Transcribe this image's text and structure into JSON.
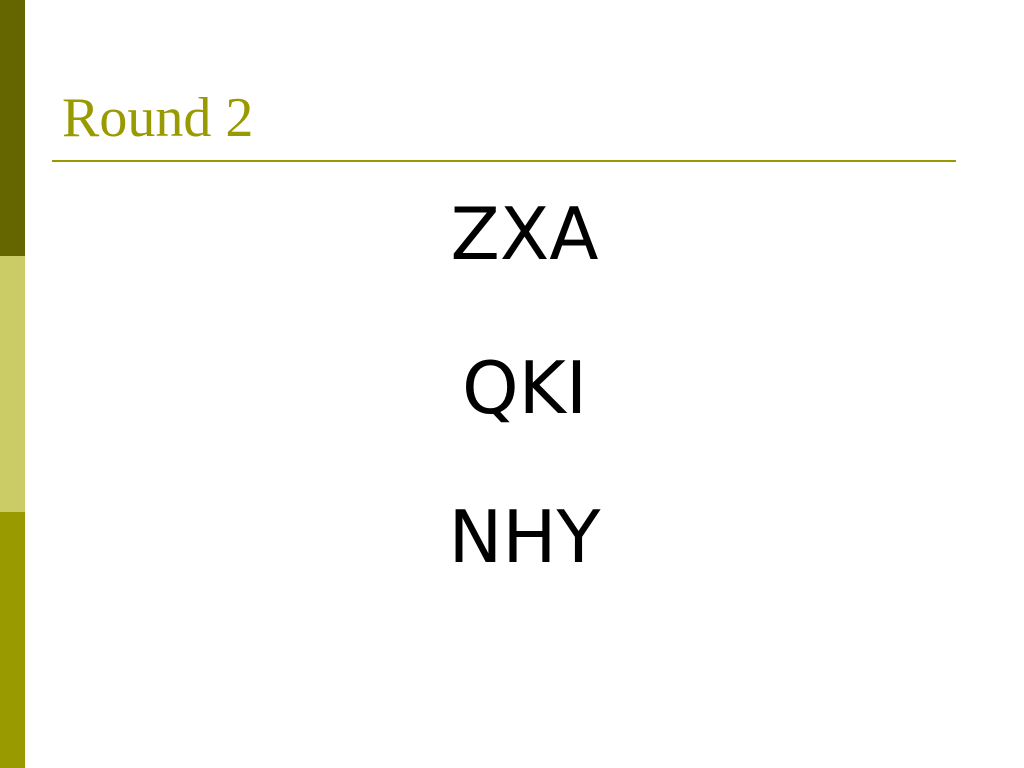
{
  "slide": {
    "title": "Round 2",
    "letter_groups": [
      "ZXA",
      "QKI",
      "NHY"
    ]
  },
  "colors": {
    "accent": "#999900",
    "sidebar_top": "#666600",
    "sidebar_middle": "#cccc66",
    "sidebar_bottom": "#999900",
    "text": "#000000",
    "background": "#ffffff"
  }
}
